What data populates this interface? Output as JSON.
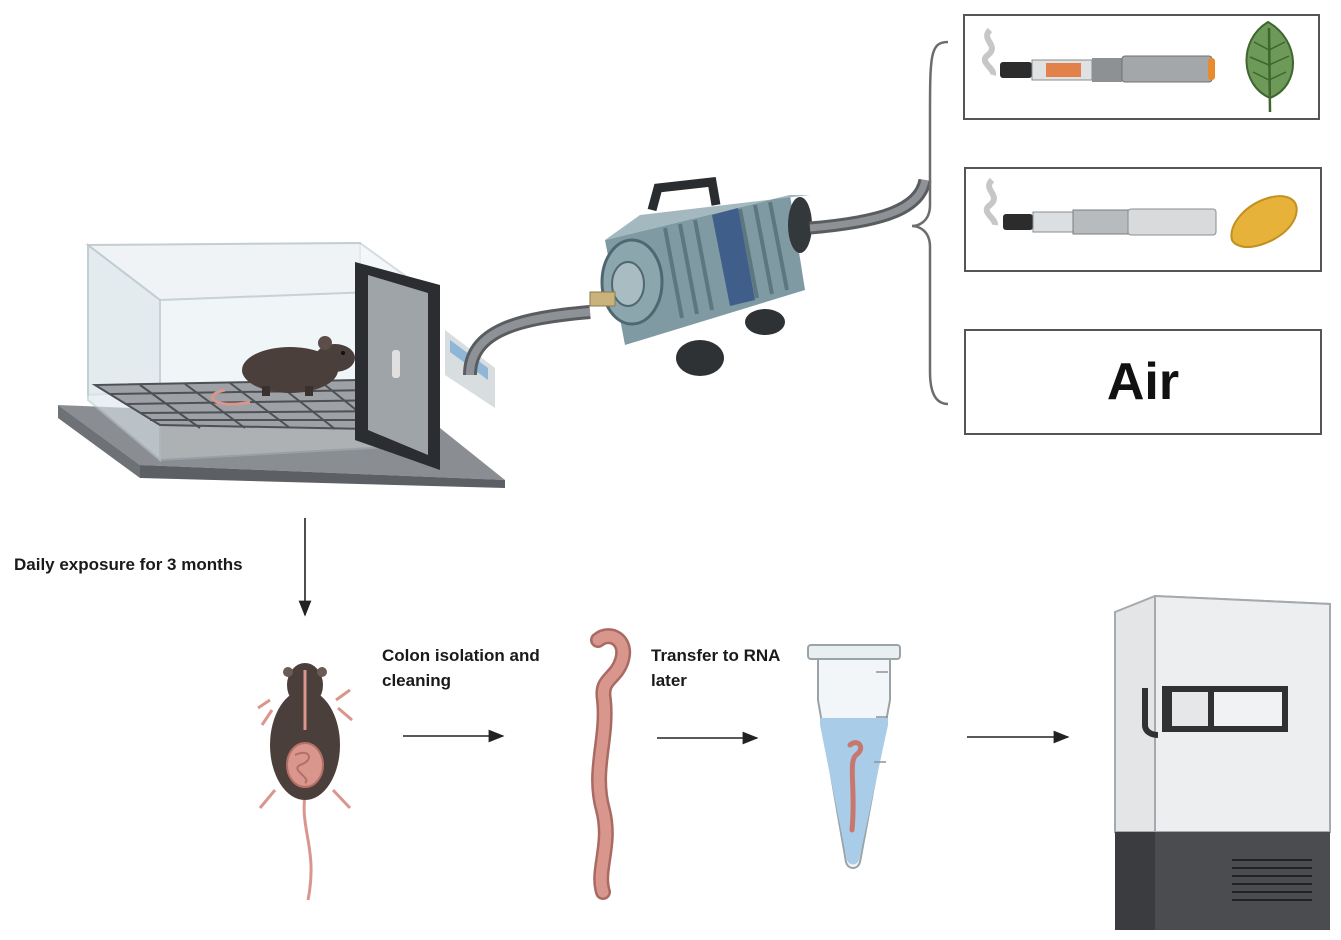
{
  "labels": {
    "exposure": "Daily exposure for 3 months",
    "colon_step": "Colon isolation and cleaning",
    "transfer_step": "Transfer to RNA later"
  },
  "exposure_options": [
    {
      "type": "e-cigarette",
      "flavor": "leaf-icon"
    },
    {
      "type": "e-cigarette",
      "flavor": "mango-icon"
    },
    {
      "type": "control",
      "label": "Air"
    }
  ],
  "colors": {
    "mouse": "#4a3f3b",
    "tissue": "#d9968c",
    "pump": "#7f9aa3",
    "leaf": "#6d9a58",
    "mango": "#e6b23a",
    "liquid": "#a9cde8"
  }
}
